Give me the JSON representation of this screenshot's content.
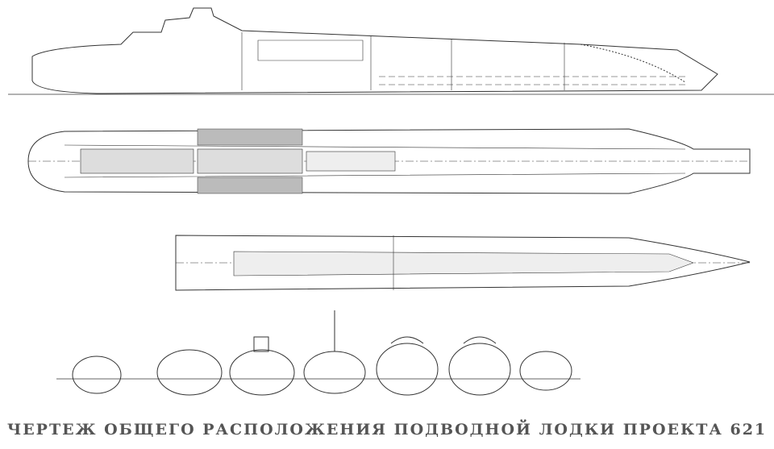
{
  "title": "ЧЕРТЕЖ ОБЩЕГО РАСПОЛОЖЕНИЯ ПОДВОДНОЙ ЛОДКИ ПРОЕКТА 621",
  "views": [
    "side-profile",
    "deck-plan",
    "hold-plan",
    "cross-sections"
  ],
  "cross_section_count": 7
}
